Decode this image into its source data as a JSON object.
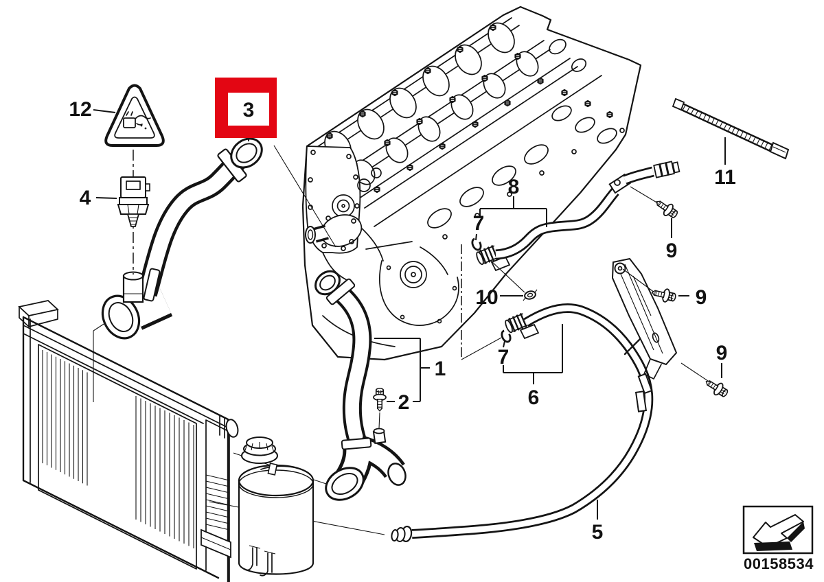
{
  "diagram": {
    "background": "#ffffff",
    "line_color": "#141414",
    "highlight_color": "#e30613",
    "callouts": [
      {
        "id": "12"
      },
      {
        "id": "4"
      },
      {
        "id": "3",
        "highlighted": true
      },
      {
        "id": "8"
      },
      {
        "id": "7"
      },
      {
        "id": "10"
      },
      {
        "id": "9"
      },
      {
        "id": "9"
      },
      {
        "id": "1"
      },
      {
        "id": "2"
      },
      {
        "id": "7"
      },
      {
        "id": "6"
      },
      {
        "id": "9"
      },
      {
        "id": "5"
      },
      {
        "id": "11"
      }
    ],
    "footer": {
      "part_number": "00158534"
    }
  }
}
